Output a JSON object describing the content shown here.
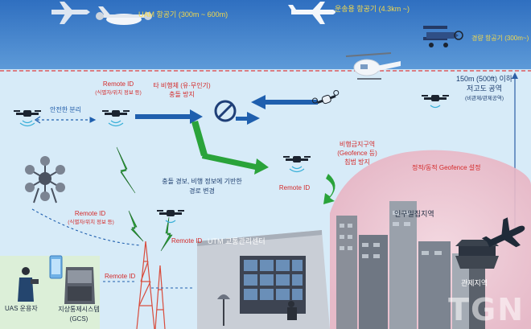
{
  "airspace": {
    "uam_label": "UAM 항공기 (300m ~ 600m)",
    "transport_label": "운송용 항공기 (4.3km ~)",
    "light_label": "경량 항공기 (300m~)",
    "uas_airspace_line1": "150m (500ft) 이하",
    "uas_airspace_line2": "저고도 공역",
    "uas_airspace_line3": "(비관제/관제공역)"
  },
  "labels": {
    "remote_id_top": "Remote ID",
    "remote_id_top_sub": "(식별자/위치 정보 등)",
    "safe_separation": "안전한 분리",
    "other_aircraft_line1": "타 비행체 (유·무인기)",
    "other_aircraft_line2": "충돌 방지",
    "collision_line1": "충돌 경보, 비행 정보에 기반한",
    "collision_line2": "경로 변경",
    "remote_id_center": "Remote ID",
    "nofly_line1": "비행금지구역",
    "nofly_line2": "(Geofence 등)",
    "nofly_line3": "침범 방지",
    "geofence": "정적/동적 Geofence 설정",
    "remote_id_left": "Remote ID",
    "remote_id_left_sub": "(식별자/위치 정보 등)",
    "remote_id_mid": "Remote ID",
    "remote_id_bottom": "Remote ID",
    "utm_center": "UTM 교통관리센터",
    "populated": "인구밀집지역",
    "control_area": "관제지역",
    "uas_operator": "UAS 운용자",
    "gcs_line1": "지상통제시스템",
    "gcs_line2": "(GCS)",
    "watermark": "TGN"
  },
  "colors": {
    "accent_red": "#d42a2a",
    "flow_blue": "#1f5fae",
    "flow_green": "#2aa33a",
    "sky": "#cfe6f6",
    "geofence_pink": "#f1c7d2"
  }
}
